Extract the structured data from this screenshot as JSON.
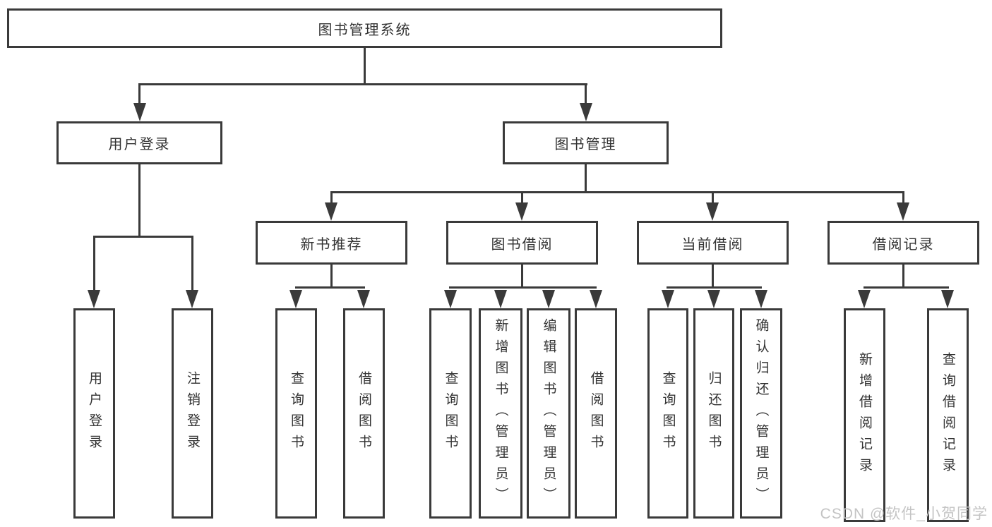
{
  "title": "图书管理系统",
  "level2": {
    "user_login": "用户登录",
    "book_mgmt": "图书管理"
  },
  "level3": {
    "new_books": "新书推荐",
    "book_borrow": "图书借阅",
    "current_borrow": "当前借阅",
    "borrow_record": "借阅记录"
  },
  "leaves": {
    "user_login": [
      "用户登录",
      "注销登录"
    ],
    "new_books": [
      "查询图书",
      "借阅图书"
    ],
    "book_borrow": [
      "查询图书",
      "新增图书（管理员）",
      "编辑图书（管理员）",
      "借阅图书"
    ],
    "current_borrow": [
      "查询图书",
      "归还图书",
      "确认归还（管理员）"
    ],
    "borrow_record": [
      "新增借阅记录",
      "查询借阅记录"
    ]
  },
  "watermark": "CSDN @软件_小贺同学",
  "colors": {
    "line": "#3a3a3a",
    "text": "#333333",
    "background": "#ffffff",
    "watermark": "#c4c4c4"
  }
}
